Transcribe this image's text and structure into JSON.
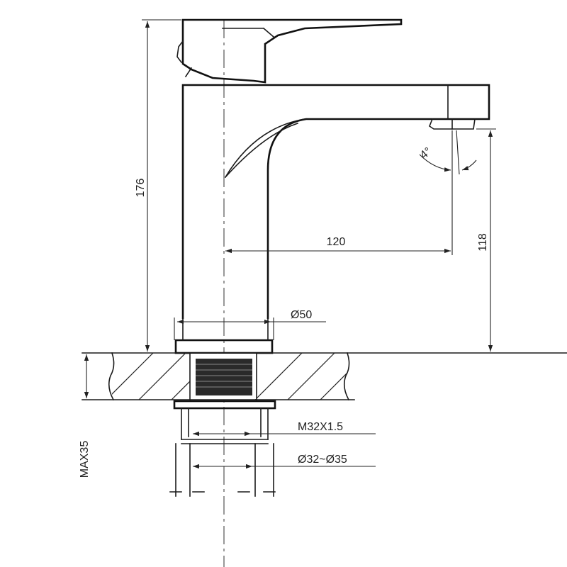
{
  "dimensions": {
    "height_total": "176",
    "spout_reach": "120",
    "spout_height": "118",
    "base_diameter": "Ø50",
    "thread": "M32X1.5",
    "hole_diameter": "Ø32~Ø35",
    "deck_thickness": "MAX35",
    "spout_angle": "4°"
  }
}
